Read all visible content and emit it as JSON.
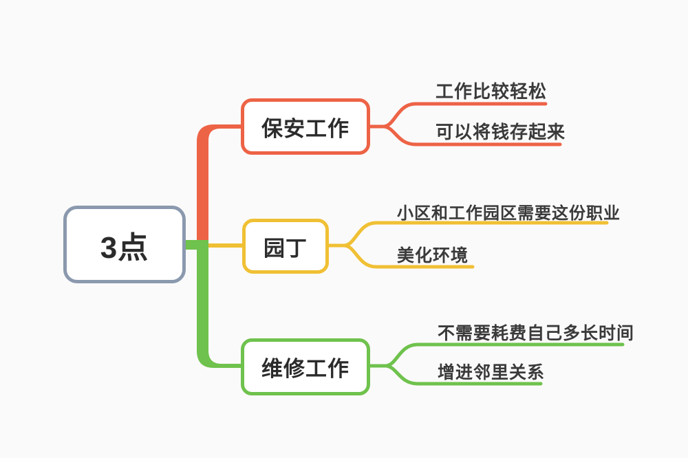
{
  "canvas": {
    "background": "#FBFAFB",
    "box_fill": "#FFFFFF",
    "text_color": "#2B2B2B"
  },
  "root": {
    "label": "3点",
    "border_color": "#8B99AE"
  },
  "branches": [
    {
      "label": "保安工作",
      "color": "#ED6346",
      "leaves": [
        {
          "text": "工作比较轻松"
        },
        {
          "text": "可以将钱存起来"
        }
      ]
    },
    {
      "label": "园丁",
      "color": "#F0C034",
      "leaves": [
        {
          "text": "小区和工作园区需要这份职业"
        },
        {
          "text": "美化环境"
        }
      ]
    },
    {
      "label": "维修工作",
      "color": "#6FC24D",
      "leaves": [
        {
          "text": "不需要耗费自己多长时间"
        },
        {
          "text": "增进邻里关系"
        }
      ]
    }
  ]
}
